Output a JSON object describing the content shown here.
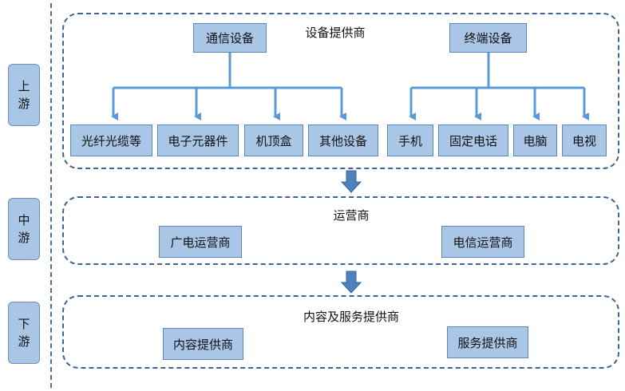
{
  "stages": {
    "upstream": "上游",
    "midstream": "中游",
    "downstream": "下游"
  },
  "upstream": {
    "title": "设备提供商",
    "comm_equipment": {
      "label": "通信设备",
      "children": [
        "光纤光缆等",
        "电子元器件",
        "机顶盒",
        "其他设备"
      ]
    },
    "terminal_equipment": {
      "label": "终端设备",
      "children": [
        "手机",
        "固定电话",
        "电脑",
        "电视"
      ]
    }
  },
  "midstream": {
    "title": "运营商",
    "items": [
      "广电运营商",
      "电信运营商"
    ]
  },
  "downstream": {
    "title": "内容及服务提供商",
    "items": [
      "内容提供商",
      "服务提供商"
    ]
  },
  "colors": {
    "box_fill": "#a9c6e6",
    "border": "#3f6391",
    "arrow": "#5b9bd5"
  }
}
